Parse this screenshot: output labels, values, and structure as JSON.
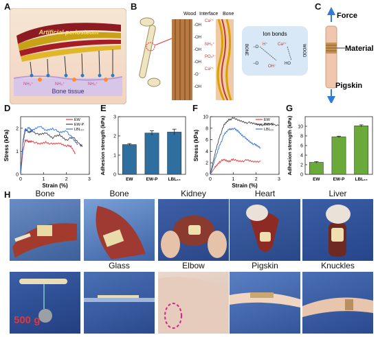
{
  "panels": {
    "A": {
      "label": "A",
      "top_text": "Artificial periosteum",
      "bottom_text": "Bone tissue"
    },
    "B": {
      "label": "B",
      "col_headers": [
        "Wood",
        "Interface",
        "Bone"
      ],
      "ion_title": "Ion bonds",
      "bone_letters": "BONE",
      "wood_letters": "WOOD",
      "ions": [
        "Ca²⁺",
        "O⁻",
        "NH₃⁺",
        "PO₄³⁻",
        "H⁺",
        "OH⁻"
      ]
    },
    "C": {
      "label": "C",
      "force": "Force",
      "material": "Material",
      "pigskin": "Pigskin"
    },
    "D": {
      "label": "D"
    },
    "E": {
      "label": "E"
    },
    "F": {
      "label": "F"
    },
    "G": {
      "label": "G"
    },
    "H": {
      "label": "H",
      "row1": [
        "Bone",
        "Bone",
        "Kidney",
        "Heart",
        "Liver"
      ],
      "row2": [
        "Glass",
        "Elbow",
        "Pigskin",
        "Knuckles"
      ],
      "weight": "500 g"
    }
  },
  "chart_data": [
    {
      "id": "D",
      "type": "line",
      "xlabel": "Strain (%)",
      "ylabel": "Stress (kPa)",
      "xlim": [
        0,
        3
      ],
      "ylim": [
        0,
        2.5
      ],
      "xticks": [
        0,
        1,
        2,
        3
      ],
      "yticks": [
        0,
        1,
        2
      ],
      "legend": "top-right",
      "series": [
        {
          "name": "EW",
          "color": "#e2353c",
          "x": [
            0,
            0.1,
            0.2,
            0.35,
            0.5,
            0.8,
            1.1,
            1.4,
            1.7,
            2.0,
            2.2,
            2.4
          ],
          "y": [
            0,
            1.0,
            1.5,
            1.4,
            1.45,
            1.3,
            1.4,
            1.3,
            1.35,
            1.25,
            1.2,
            0.9
          ]
        },
        {
          "name": "EW-P",
          "color": "#444444",
          "x": [
            0,
            0.1,
            0.2,
            0.35,
            0.5,
            0.8,
            1.1,
            1.4,
            1.7,
            2.0,
            2.3,
            2.6,
            2.7
          ],
          "y": [
            0,
            1.4,
            2.0,
            1.8,
            1.9,
            1.7,
            1.8,
            1.6,
            1.7,
            1.5,
            1.6,
            1.3,
            1.2
          ]
        },
        {
          "name": "LBL₁₀",
          "color": "#2e6fd8",
          "x": [
            0,
            0.1,
            0.2,
            0.35,
            0.5,
            0.8,
            1.1,
            1.4,
            1.7,
            2.0,
            2.3,
            2.5
          ],
          "y": [
            0,
            1.3,
            1.9,
            2.0,
            1.9,
            2.1,
            1.9,
            2.0,
            1.8,
            1.9,
            1.5,
            1.3
          ]
        }
      ]
    },
    {
      "id": "E",
      "type": "bar",
      "ylabel": "Adhesion strength (kPa)",
      "categories": [
        "EW",
        "EW-P",
        "LBL₁₀"
      ],
      "values": [
        1.55,
        2.15,
        2.2
      ],
      "errors": [
        0.05,
        0.12,
        0.15
      ],
      "ylim": [
        0,
        3
      ],
      "yticks": [
        0,
        1,
        2,
        3
      ],
      "color": "#2f6f9f"
    },
    {
      "id": "F",
      "type": "line",
      "xlabel": "Strain (%)",
      "ylabel": "Stress (kPa)",
      "xlim": [
        0,
        3
      ],
      "ylim": [
        0,
        10
      ],
      "xticks": [
        0,
        1,
        2,
        3
      ],
      "yticks": [
        0,
        2,
        4,
        6,
        8,
        10
      ],
      "legend": "top-right",
      "series": [
        {
          "name": "EW",
          "color": "#e2353c",
          "x": [
            0,
            0.2,
            0.4,
            0.6,
            0.8,
            1.0,
            1.3,
            1.6,
            1.9,
            2.2
          ],
          "y": [
            0,
            1.2,
            2.2,
            2.5,
            2.3,
            2.5,
            2.3,
            2.4,
            2.2,
            2.3
          ]
        },
        {
          "name": "EW-P",
          "color": "#444444",
          "x": [
            0,
            0.2,
            0.4,
            0.6,
            0.8,
            1.0,
            1.3,
            1.6,
            1.9,
            2.2,
            2.6,
            3.0
          ],
          "y": [
            0,
            3.5,
            6.5,
            8.5,
            9.5,
            9.7,
            9.3,
            9.0,
            8.8,
            8.6,
            8.7,
            8.5
          ]
        },
        {
          "name": "LBL₁₀",
          "color": "#2e6fd8",
          "x": [
            0,
            0.2,
            0.4,
            0.6,
            0.8,
            1.0,
            1.2,
            1.4,
            1.6,
            1.8,
            2.0,
            2.2
          ],
          "y": [
            0,
            2.5,
            5.0,
            6.8,
            7.8,
            8.0,
            7.5,
            6.8,
            6.0,
            5.5,
            5.0,
            4.6
          ]
        }
      ]
    },
    {
      "id": "G",
      "type": "bar",
      "ylabel": "Adhesion strength (kPa)",
      "categories": [
        "EW",
        "EW-P",
        "LBL₁₀"
      ],
      "values": [
        2.5,
        7.8,
        10.1
      ],
      "errors": [
        0.15,
        0.15,
        0.2
      ],
      "ylim": [
        0,
        12
      ],
      "yticks": [
        0,
        2,
        4,
        6,
        8,
        10
      ],
      "color": "#6aaa3a"
    }
  ]
}
